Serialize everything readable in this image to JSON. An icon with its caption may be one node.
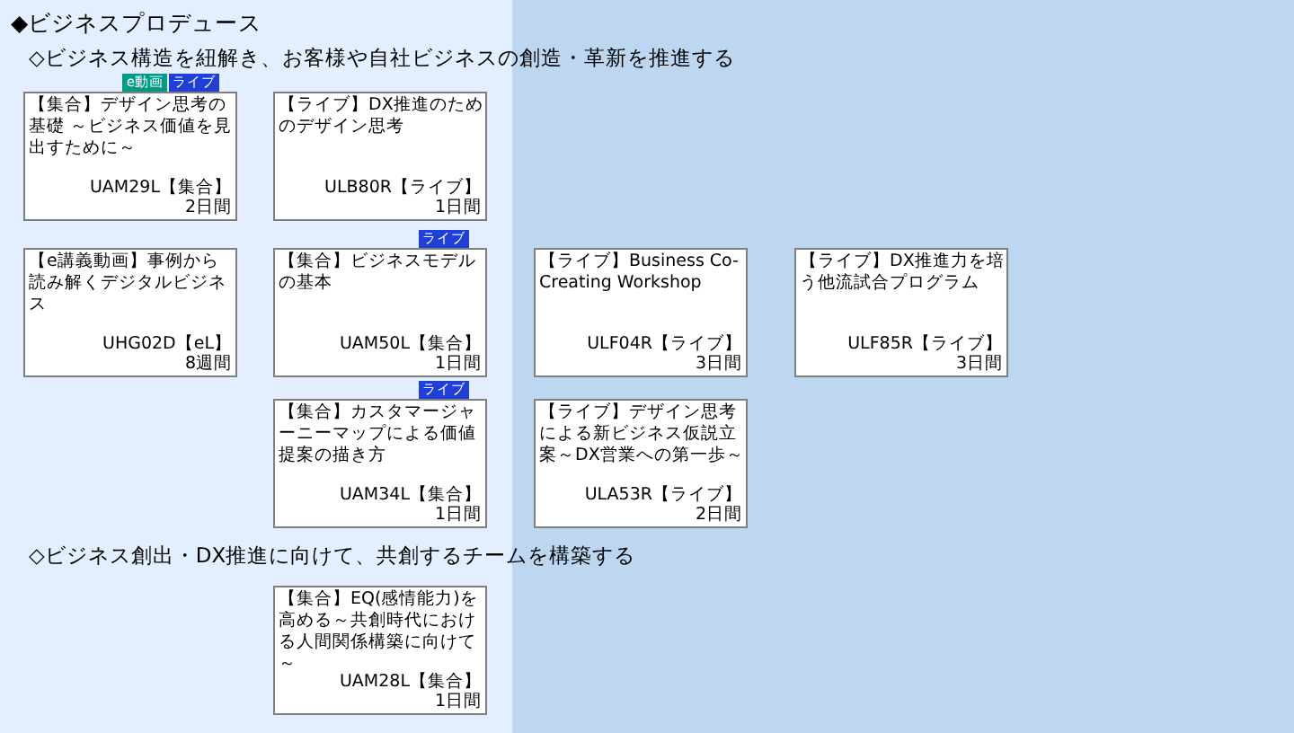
{
  "diagram": {
    "title": "◆ビジネスプロデュース",
    "nodes": [
      {
        "text": [
          "【集合】デザイン思考の基礎 ～ビジネス価値を見出すために～",
          "UAM29L【集合】",
          "2日間"
        ],
        "beside": [
          "e動画",
          "ライブ"
        ]
      },
      {
        "text": [
          "【ライブ】DX推進のためのデザイン思考",
          "ULB80R【ライブ】",
          "1日間"
        ]
      },
      {
        "text": [
          "【e講義動画】事例から読み解くデジタルビジネス",
          "UHG02D【eL】",
          "8週間"
        ]
      },
      {
        "text": [
          "【集合】ビジネスモデルの基本",
          "UAM50L【集合】",
          "1日間"
        ],
        "beside": [
          "ライブ"
        ]
      },
      {
        "text": [
          "【ライブ】Business Co-Creating Workshop",
          "ULF04R【ライブ】",
          "3日間"
        ]
      },
      {
        "text": [
          "【ライブ】DX推進力を培う他流試合プログラム",
          "ULF85R【ライブ】",
          "3日間"
        ]
      },
      {
        "text": [
          "【集合】カスタマージャーニーマップによる価値提案の描き方",
          "UAM34L【集合】",
          "1日間"
        ],
        "beside": [
          "ライブ"
        ]
      },
      {
        "text": [
          "【ライブ】デザイン思考による新ビジネス仮説立案～DX営業への第一歩～",
          "ULA53R【ライブ】",
          "2日間"
        ]
      },
      {
        "text": [
          "【集合】EQ(感情能力)を高める～共創時代における人間関係構築に向けて～",
          "UAM28L【集合】",
          "1日間"
        ]
      }
    ],
    "labels": [
      "◇ビジネス構造を紐解き、お客様や自社ビジネスの創造・革新を推進する",
      "◇ビジネス創出・DX推進に向けて、共創するチームを構築する"
    ]
  }
}
